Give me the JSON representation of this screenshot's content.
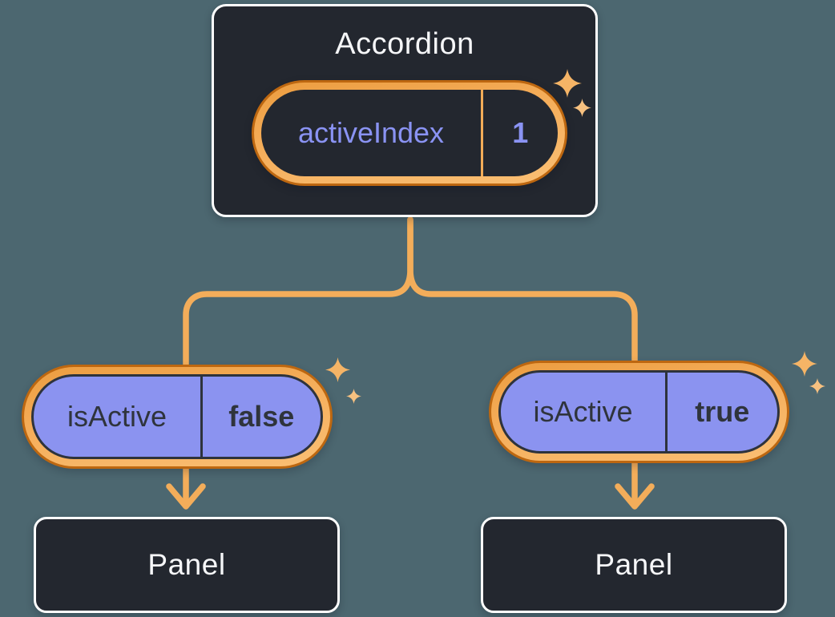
{
  "background_color": "#4C6770",
  "colors": {
    "node_fill": "#23272F",
    "node_border": "#FFFFFF",
    "connector_orange": "#F3AD5A",
    "ring_band_light": "#F9BD72",
    "ring_band_mid": "#F5AE5B",
    "ring_edge_dark": "#BD6710",
    "prop_pill_fill": "#8B93F0",
    "state_text_purple": "#8A93F3",
    "dark_text": "#2F343C",
    "light_text": "#F6F7F9",
    "sparkle_orange": "#F5B466"
  },
  "icons": {
    "sparkle": "four-pointed-star"
  },
  "accordion": {
    "title": "Accordion",
    "state": {
      "name": "activeIndex",
      "value": "1"
    }
  },
  "children": [
    {
      "prop_name": "isActive",
      "prop_value": "false",
      "panel_label": "Panel"
    },
    {
      "prop_name": "isActive",
      "prop_value": "true",
      "panel_label": "Panel"
    }
  ]
}
